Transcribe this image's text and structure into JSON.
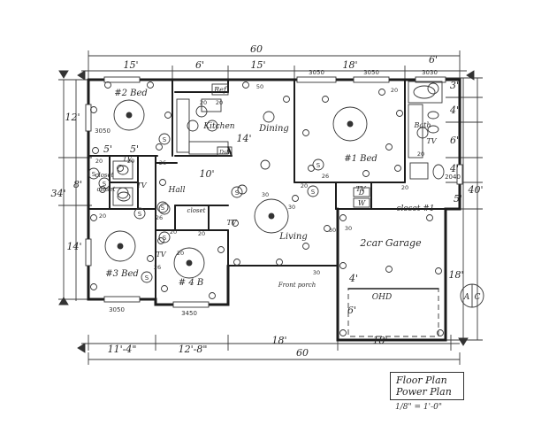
{
  "dimensions": {
    "top_total": "60",
    "top_15a": "15'",
    "top_6a": "6'",
    "top_15b": "15'",
    "top_18": "18'",
    "top_6b": "6'",
    "bottom_11_4": "11'-4\"",
    "bottom_12_8": "12'-8\"",
    "bottom_18a": "18'",
    "bottom_18b": "18'",
    "bottom_total": "60",
    "left_12": "12'",
    "left_8": "8'",
    "left_34": "34'",
    "left_14": "14'",
    "right_3": "3'",
    "right_4a": "4'",
    "right_6a": "6'",
    "right_4b": "4'",
    "right_40": "40'",
    "right_5": "5'",
    "right_18": "18'",
    "right_4c": "4'",
    "right_6b": "6'",
    "hall_5a": "5'",
    "hall_5b": "5'",
    "kitchen_10": "10'",
    "dining_14": "14'"
  },
  "rooms": {
    "bed2": "#2 Bed",
    "kitchen": "Kitchen",
    "dining": "Dining",
    "bed1": "#1 Bed",
    "bath_master": "Bath",
    "hall": "Hall",
    "closet_a": "closet",
    "closet_b": "closet",
    "closet_c": "closet",
    "closet_1": "closet #1",
    "living": "Living",
    "garage": "2car Garage",
    "bed3": "#3 Bed",
    "bed4": "# 4 B",
    "front_porch": "Front porch",
    "ohd": "OHD"
  },
  "labels": {
    "ref": "Ref",
    "dsh": "Dsh",
    "w": "W",
    "d": "D",
    "tv_1": "TV",
    "tv_2": "TV",
    "tv_3": "TV",
    "tv_4": "TV",
    "tv_5": "TV",
    "tv_6": "TV",
    "section_a": "A",
    "section_c": "C"
  },
  "window_codes": {
    "w3050_top_a": "3050",
    "w3050_top_b": "3050",
    "w3030_top": "3030",
    "w3050_bed2": "3050",
    "w3050_bed3": "3050",
    "w3450_bed4": "3450",
    "w2040": "2040"
  },
  "circuit_numbers": {
    "n20_k1": "20",
    "n20_k2": "20",
    "n50": "50",
    "n20_h1": "20",
    "n20_h2": "20",
    "n26_a": "26",
    "n26_b": "26",
    "n26_c": "26",
    "n26_d": "26",
    "n20_b3": "20",
    "n20_b4": "20",
    "n20_c1": "20",
    "n20_bath1": "20",
    "n20_bath2": "20",
    "n30_a": "30",
    "n30_b": "30",
    "n30_c": "30",
    "n30_d": "30",
    "n30_e": "30",
    "n20_g": "20",
    "n20_l": "20",
    "n20_closet": "20"
  },
  "legend": {
    "line1": "Floor Plan",
    "line2": "Power Plan",
    "scale": "1/8\" = 1'-0\""
  }
}
